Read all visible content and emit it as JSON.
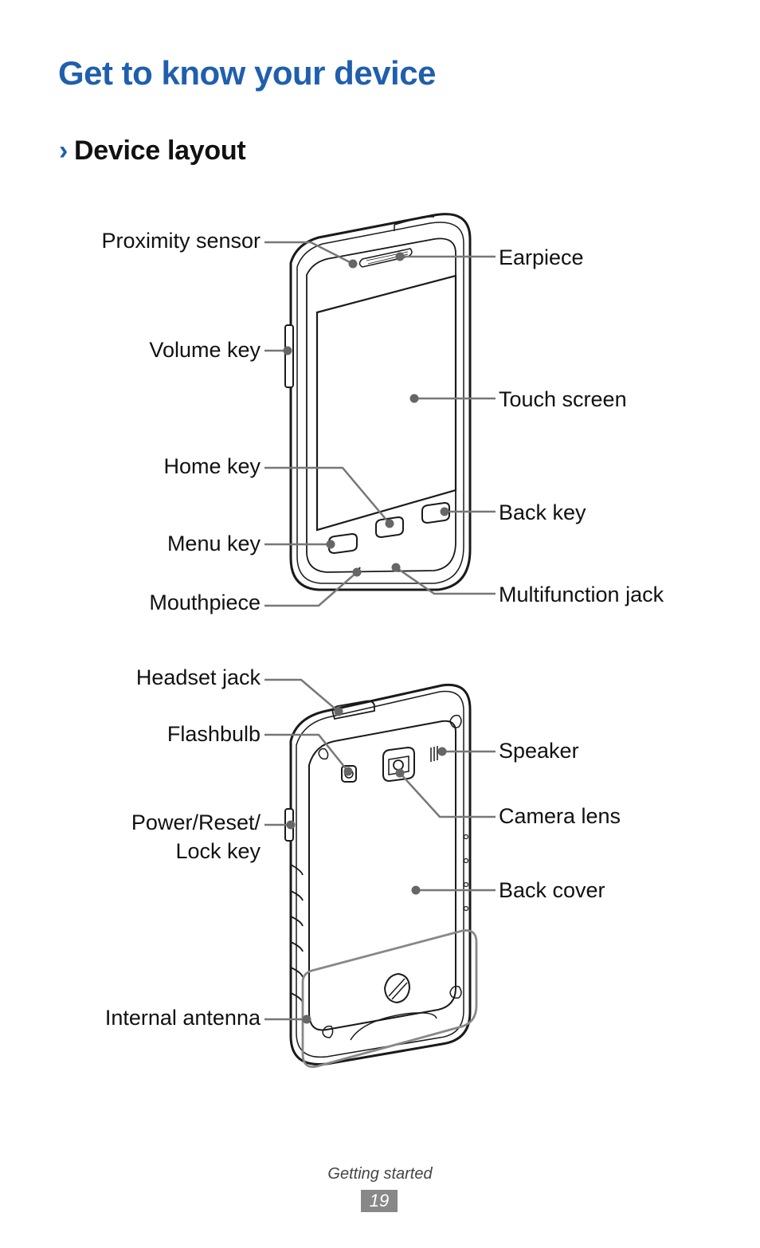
{
  "page": {
    "title": "Get to know your device",
    "section_chevron": "›",
    "section_title": "Device layout"
  },
  "front_labels": {
    "proximity_sensor": "Proximity sensor",
    "volume_key": "Volume key",
    "home_key": "Home key",
    "menu_key": "Menu key",
    "mouthpiece": "Mouthpiece",
    "earpiece": "Earpiece",
    "touch_screen": "Touch screen",
    "back_key": "Back key",
    "multifunction_jack": "Multifunction jack"
  },
  "back_labels": {
    "headset_jack": "Headset jack",
    "flashbulb": "Flashbulb",
    "power_reset_line1": "Power/Reset/",
    "power_reset_line2": "Lock key",
    "internal_antenna": "Internal antenna",
    "speaker": "Speaker",
    "camera_lens": "Camera lens",
    "back_cover": "Back cover"
  },
  "footer": {
    "section_name": "Getting started",
    "page_number": "19"
  },
  "colors": {
    "title_blue": "#1f5fad",
    "leader_gray": "#777777",
    "page_badge_gray": "#888888"
  }
}
